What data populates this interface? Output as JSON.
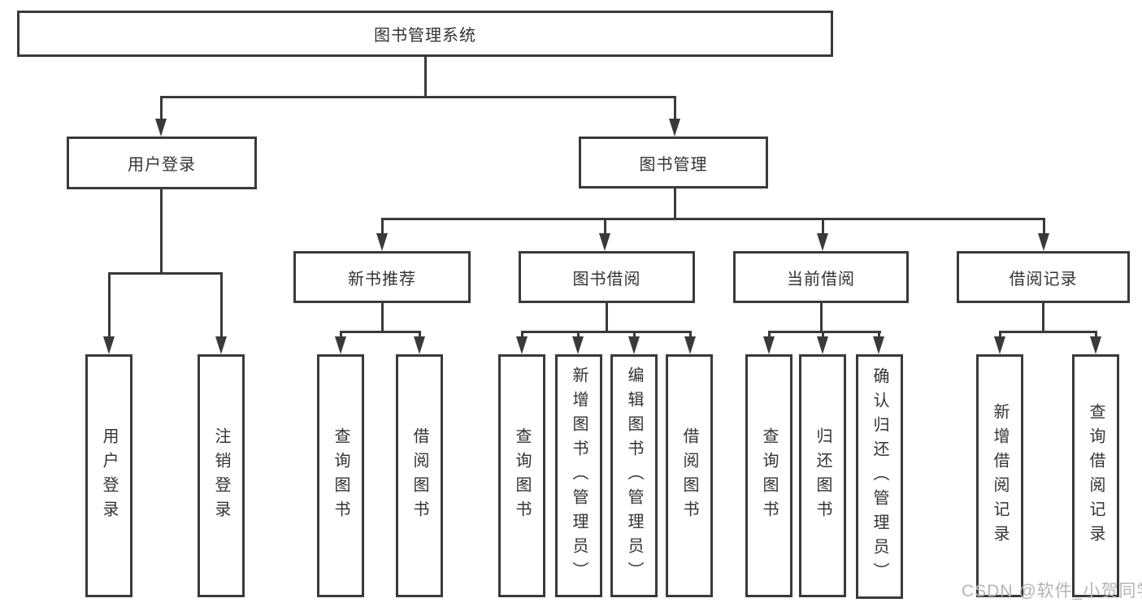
{
  "tree": {
    "label": "图书管理系统",
    "children": [
      {
        "label": "用户登录",
        "children": [
          {
            "label": "用户登录"
          },
          {
            "label": "注销登录"
          }
        ]
      },
      {
        "label": "图书管理",
        "children": [
          {
            "label": "新书推荐",
            "children": [
              {
                "label": "查询图书"
              },
              {
                "label": "借阅图书"
              }
            ]
          },
          {
            "label": "图书借阅",
            "children": [
              {
                "label": "查询图书"
              },
              {
                "label": "新增图书（管理员）"
              },
              {
                "label": "编辑图书（管理员）"
              },
              {
                "label": "借阅图书"
              }
            ]
          },
          {
            "label": "当前借阅",
            "children": [
              {
                "label": "查询图书"
              },
              {
                "label": "归还图书"
              },
              {
                "label": "确认归还（管理员）"
              }
            ]
          },
          {
            "label": "借阅记录",
            "children": [
              {
                "label": "新增借阅记录"
              },
              {
                "label": "查询借阅记录"
              }
            ]
          }
        ]
      }
    ]
  },
  "watermark": {
    "text": "CSDN @软件_小贺同学"
  },
  "colors": {
    "line": "#3a3a3a",
    "text": "#333333",
    "watermark": "#b4b4b4",
    "bg": "#ffffff"
  }
}
